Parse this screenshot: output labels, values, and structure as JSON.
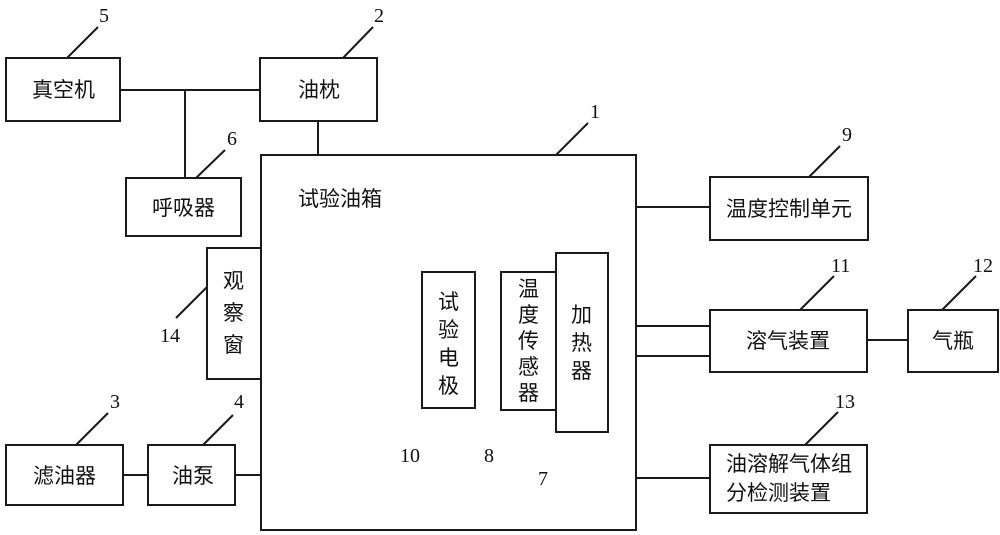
{
  "components": {
    "test_oil_tank": "试验油箱",
    "vacuum_machine": "真空机",
    "oil_conservator": "油枕",
    "breather": "呼吸器",
    "observation_window": [
      "观",
      "察",
      "窗"
    ],
    "oil_filter": "滤油器",
    "oil_pump": "油泵",
    "test_electrode": [
      "试",
      "验",
      "电",
      "极"
    ],
    "temperature_sensor": [
      "温",
      "度",
      "传",
      "感",
      "器"
    ],
    "heater": [
      "加",
      "热",
      "器"
    ],
    "temperature_control_unit": "温度控制单元",
    "gas_dissolving_device": "溶气装置",
    "gas_cylinder": "气瓶",
    "dga_device": [
      "油溶解气体组",
      "分检测装置"
    ]
  },
  "reference_numbers": {
    "test_oil_tank": "1",
    "oil_conservator": "2",
    "oil_filter": "3",
    "oil_pump": "4",
    "vacuum_machine": "5",
    "breather": "6",
    "heater": "7",
    "temperature_sensor": "8",
    "temperature_control_unit": "9",
    "test_electrode": "10",
    "gas_dissolving_device": "11",
    "gas_cylinder": "12",
    "dga_device": "13",
    "observation_window": "14"
  }
}
